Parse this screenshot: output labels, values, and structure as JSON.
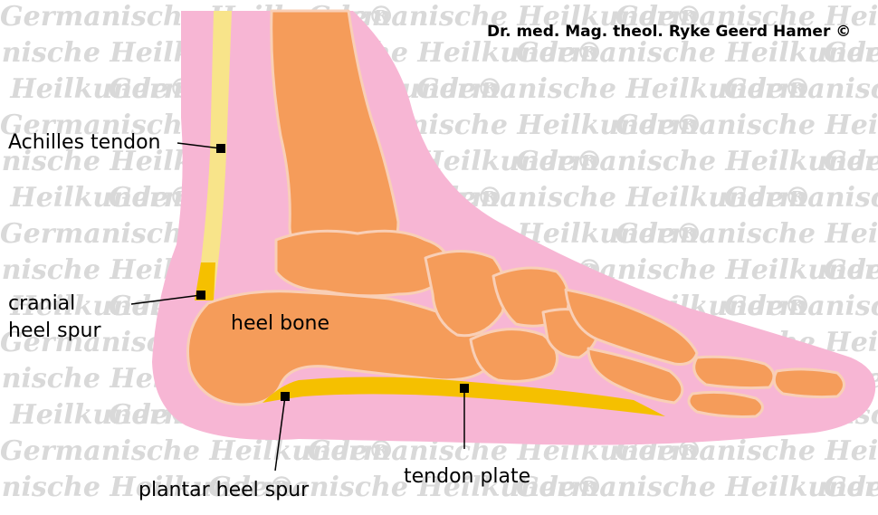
{
  "credit": "Dr. med. Mag. theol. Ryke Geerd Hamer ©",
  "watermark": "Germanische Heilkunde®",
  "labels": {
    "achilles": "Achilles tendon",
    "cranial_line1": "cranial",
    "cranial_line2": "heel spur",
    "heel_bone": "heel bone",
    "plantar": "plantar heel spur",
    "tendon_plate": "tendon plate"
  },
  "colors": {
    "skin": "#f7b6d4",
    "bone": "#f59c5a",
    "tendon": "#f5c000",
    "achilles_tendon": "#f8e48a",
    "watermark": "#d9d9d9"
  }
}
